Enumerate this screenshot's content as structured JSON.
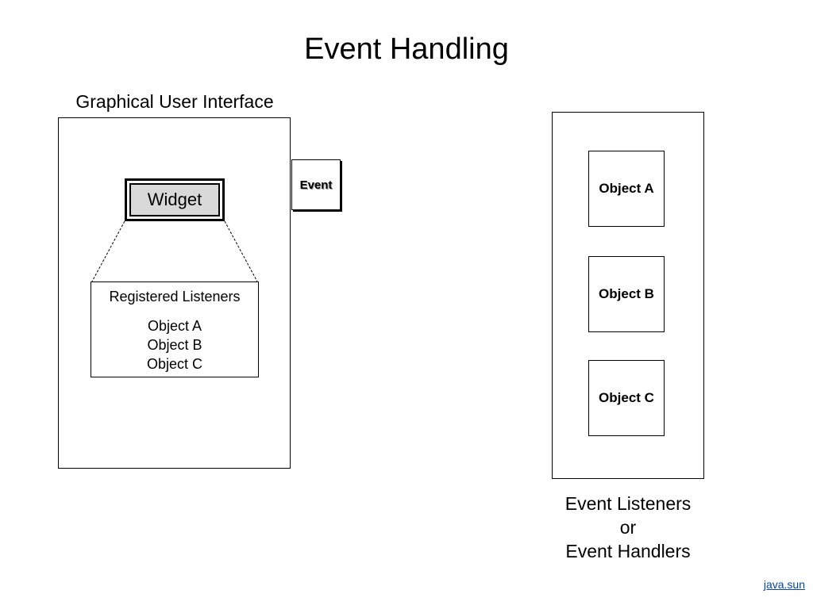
{
  "title": "Event Handling",
  "gui": {
    "caption": "Graphical User Interface",
    "widget_label": "Widget",
    "listeners": {
      "heading": "Registered Listeners",
      "items": [
        "Object A",
        "Object B",
        "Object C"
      ]
    }
  },
  "event_label": "Event",
  "handlers": {
    "objects": [
      "Object A",
      "Object B",
      "Object C"
    ],
    "caption_lines": [
      "Event Listeners",
      "or",
      "Event Handlers"
    ]
  },
  "footer": {
    "link_text": "java.sun"
  }
}
